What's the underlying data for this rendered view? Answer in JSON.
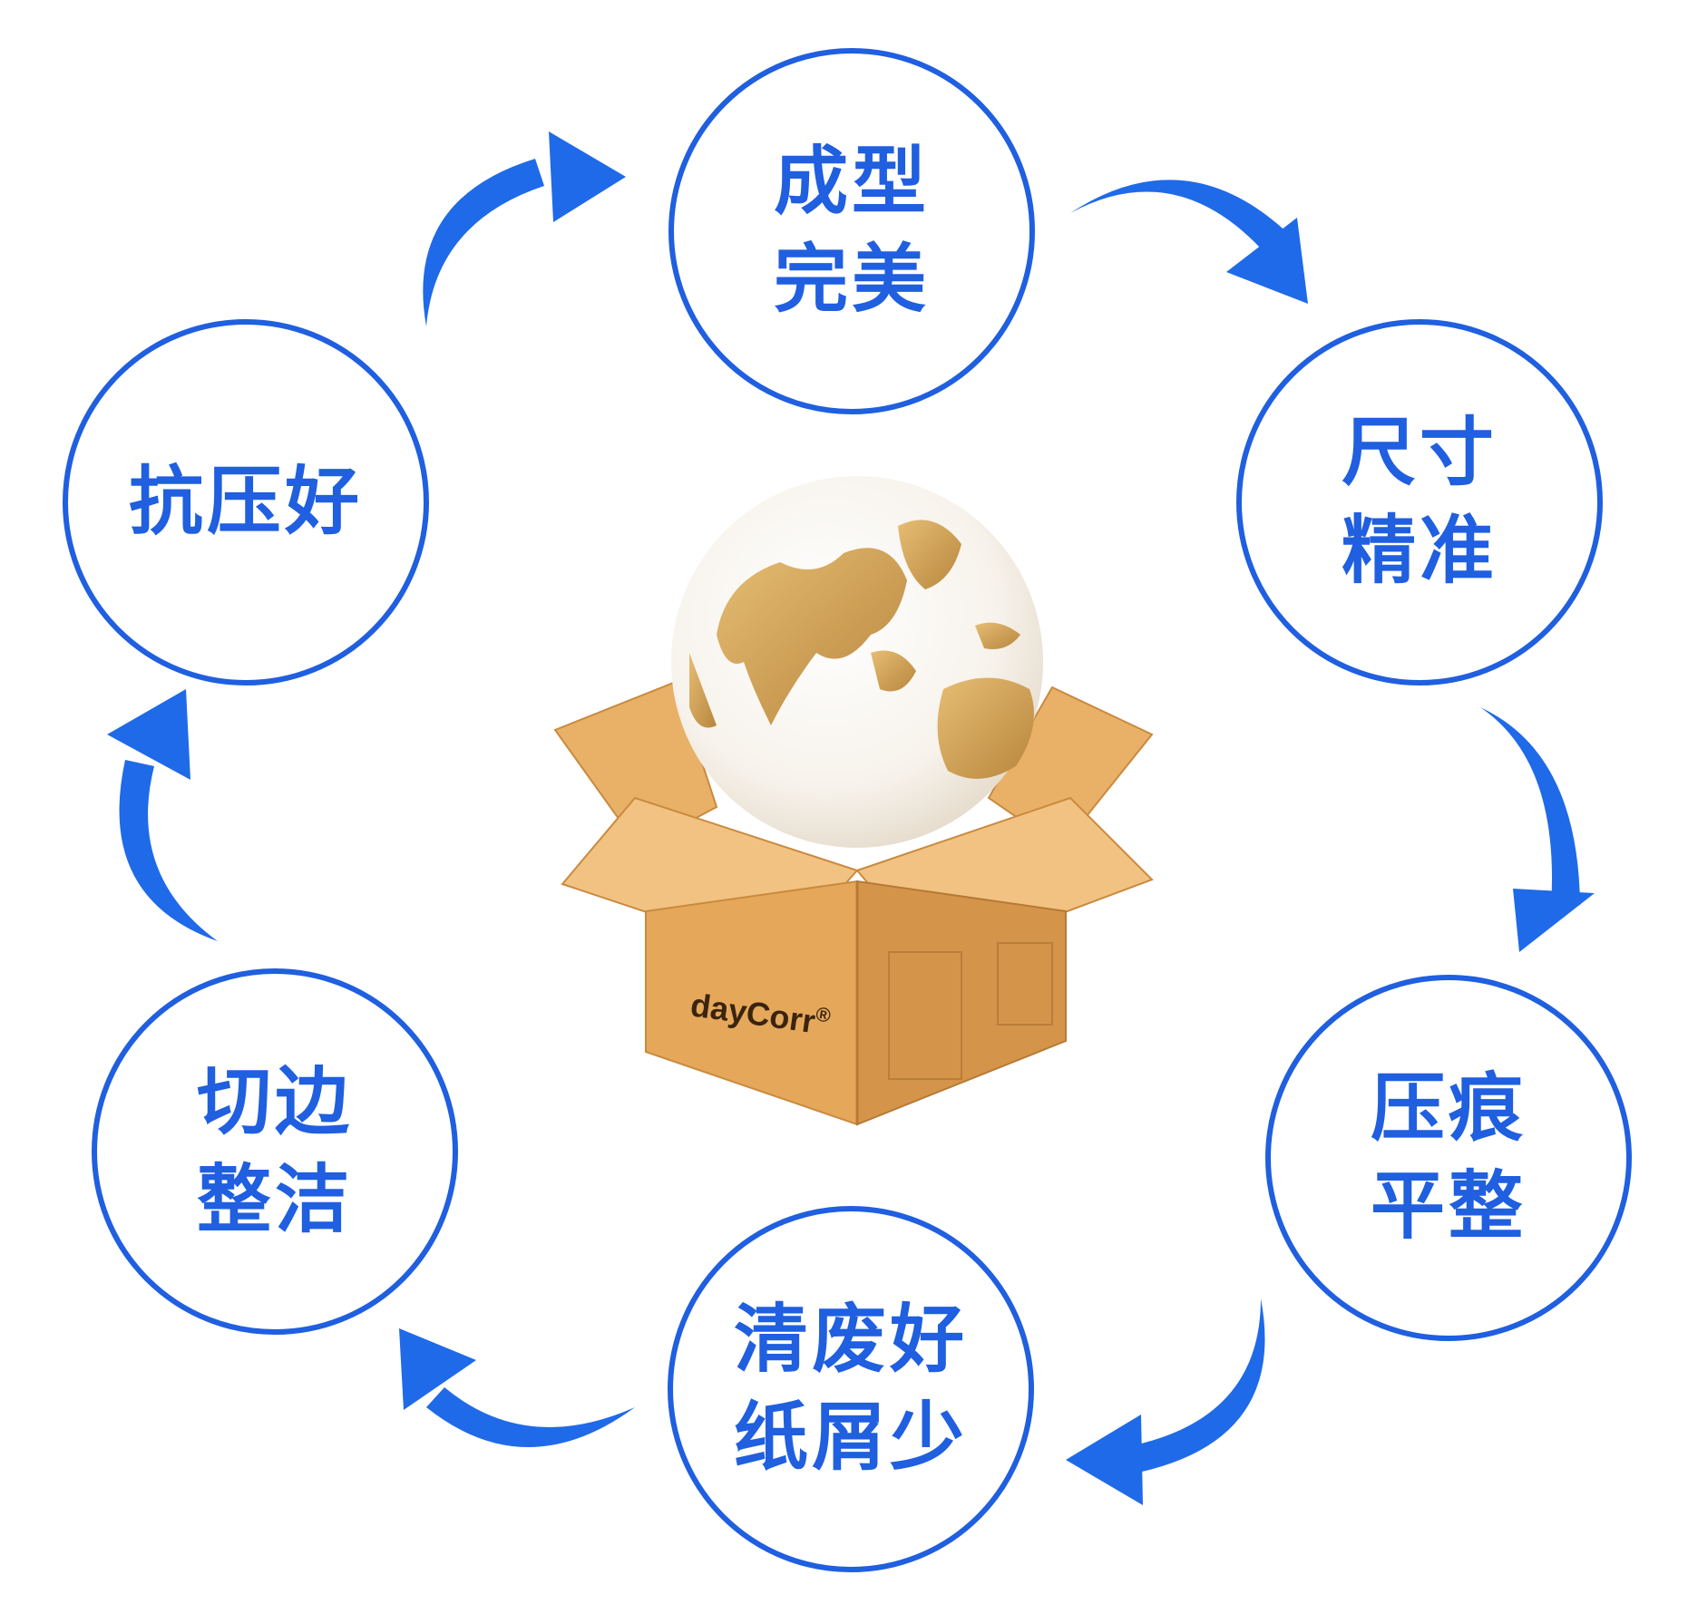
{
  "colors": {
    "accent": "#1f5fe0",
    "box_light": "#f3c27d",
    "box_mid": "#e2a75c",
    "box_dark": "#c98a3f",
    "globe_land": "#d7a95c"
  },
  "brand": {
    "logo_text": "dayCorr",
    "registered_mark": "®"
  },
  "nodes": [
    {
      "id": "top",
      "lines": [
        "成型",
        "完美"
      ]
    },
    {
      "id": "upper-right",
      "lines": [
        "尺寸",
        "精准"
      ]
    },
    {
      "id": "lower-right",
      "lines": [
        "压痕",
        "平整"
      ]
    },
    {
      "id": "bottom",
      "lines": [
        "清废好",
        "纸屑少"
      ]
    },
    {
      "id": "lower-left",
      "lines": [
        "切边",
        "整洁"
      ]
    },
    {
      "id": "upper-left",
      "lines": [
        "抗压好"
      ]
    }
  ],
  "icons": {
    "center": "globe-in-box-icon",
    "arrow": "curved-arrow-icon"
  }
}
